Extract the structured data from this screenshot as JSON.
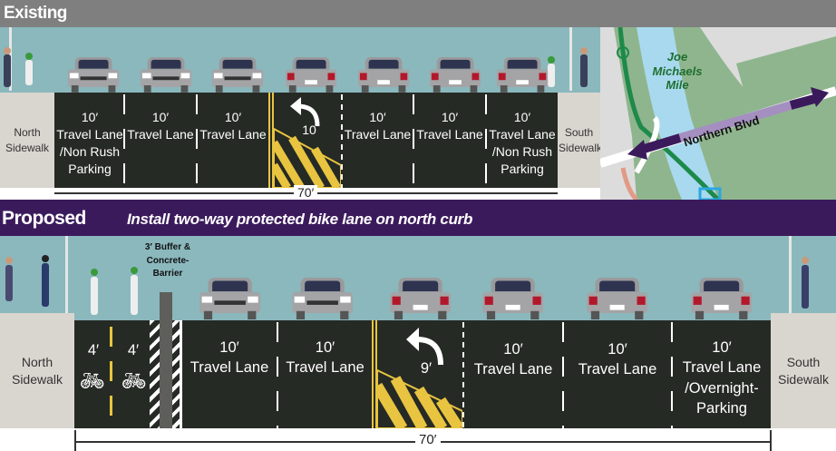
{
  "existing": {
    "title": "Existing",
    "north_sidewalk": "North Sidewalk",
    "south_sidewalk": "South Sidewalk",
    "lanes": [
      {
        "width": "10′",
        "label": "Travel Lane /Non Rush Parking"
      },
      {
        "width": "10′",
        "label": "Travel Lane"
      },
      {
        "width": "10′",
        "label": "Travel Lane"
      },
      {
        "width": "10",
        "label": "",
        "type": "turn-lane"
      },
      {
        "width": "10′",
        "label": "Travel Lane"
      },
      {
        "width": "10′",
        "label": "Travel Lane"
      },
      {
        "width": "10′",
        "label": "Travel Lane /Non Rush Parking"
      }
    ],
    "total_width": "70′"
  },
  "map": {
    "path_label": "Joe Michaels Mile",
    "road_label": "Northern Blvd"
  },
  "proposed": {
    "title": "Proposed",
    "subtitle": "Install two-way protected bike lane on north curb",
    "north_sidewalk": "North Sidewalk",
    "south_sidewalk": "South Sidewalk",
    "buffer_label": "3′ Buffer & Concrete- Barrier",
    "bike_lanes": [
      {
        "width": "4′"
      },
      {
        "width": "4′"
      }
    ],
    "lanes": [
      {
        "width": "10′",
        "label": "Travel Lane"
      },
      {
        "width": "10′",
        "label": "Travel Lane"
      },
      {
        "width": "9′",
        "label": "",
        "type": "turn-lane"
      },
      {
        "width": "10′",
        "label": "Travel Lane"
      },
      {
        "width": "10′",
        "label": "Travel Lane"
      },
      {
        "width": "10′",
        "label": "Travel Lane /Overnight- Parking"
      }
    ],
    "total_width": "70′"
  },
  "colors": {
    "existing_header": "#7f7f7f",
    "proposed_header": "#3b1a5c",
    "sky": "#8ab8bd",
    "road": "#262a25",
    "median_yellow": "#e8c440",
    "arrow": "#3b1a5c"
  }
}
